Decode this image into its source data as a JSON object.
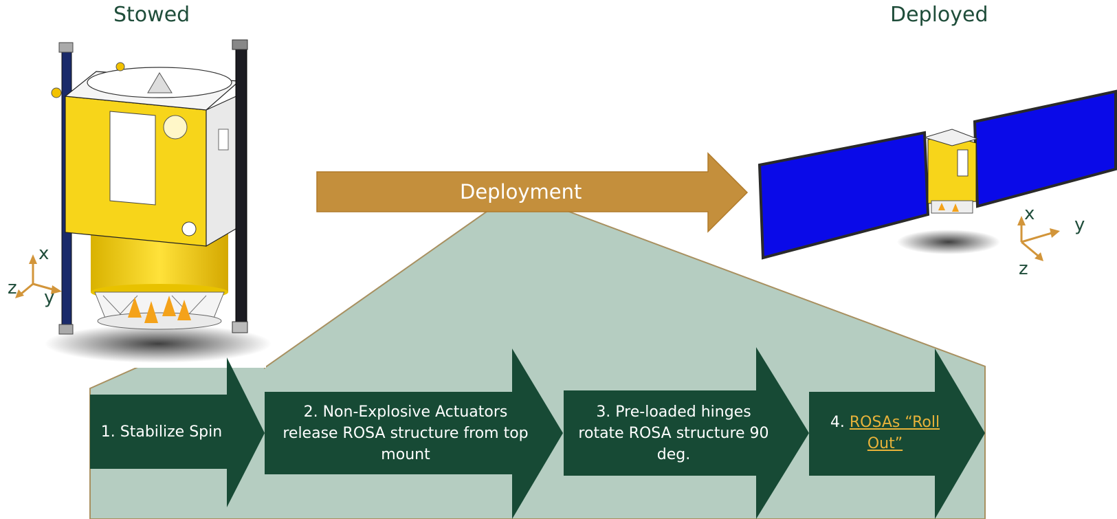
{
  "titles": {
    "stowed": "Stowed",
    "deployed": "Deployed"
  },
  "banner": {
    "label": "Deployment"
  },
  "steps": [
    {
      "text": "1. Stabilize Spin"
    },
    {
      "text": "2. Non-Explosive Actuators release ROSA structure from top mount"
    },
    {
      "text": "3. Pre-loaded hinges rotate ROSA structure 90 deg."
    },
    {
      "prefix": "4. ",
      "link_text": "ROSAs “Roll Out”"
    }
  ],
  "axes": {
    "stowed": {
      "x": "x",
      "y": "y",
      "z": "z"
    },
    "deployed": {
      "x": "x",
      "y": "y",
      "z": "z"
    }
  },
  "colors": {
    "title_text": "#1f4d3a",
    "step_fill": "#174a35",
    "panel_fill": "#b5cdc1",
    "banner_fill": "#c48f3c",
    "solar_panel": "#0a0ae8",
    "spacecraft_body": "#f5d10f",
    "axis_arrow": "#d2953a",
    "link": "#e8b33a"
  },
  "icons": {
    "stowed_spacecraft": "spacecraft-stowed-illustration",
    "deployed_spacecraft": "spacecraft-deployed-illustration"
  }
}
